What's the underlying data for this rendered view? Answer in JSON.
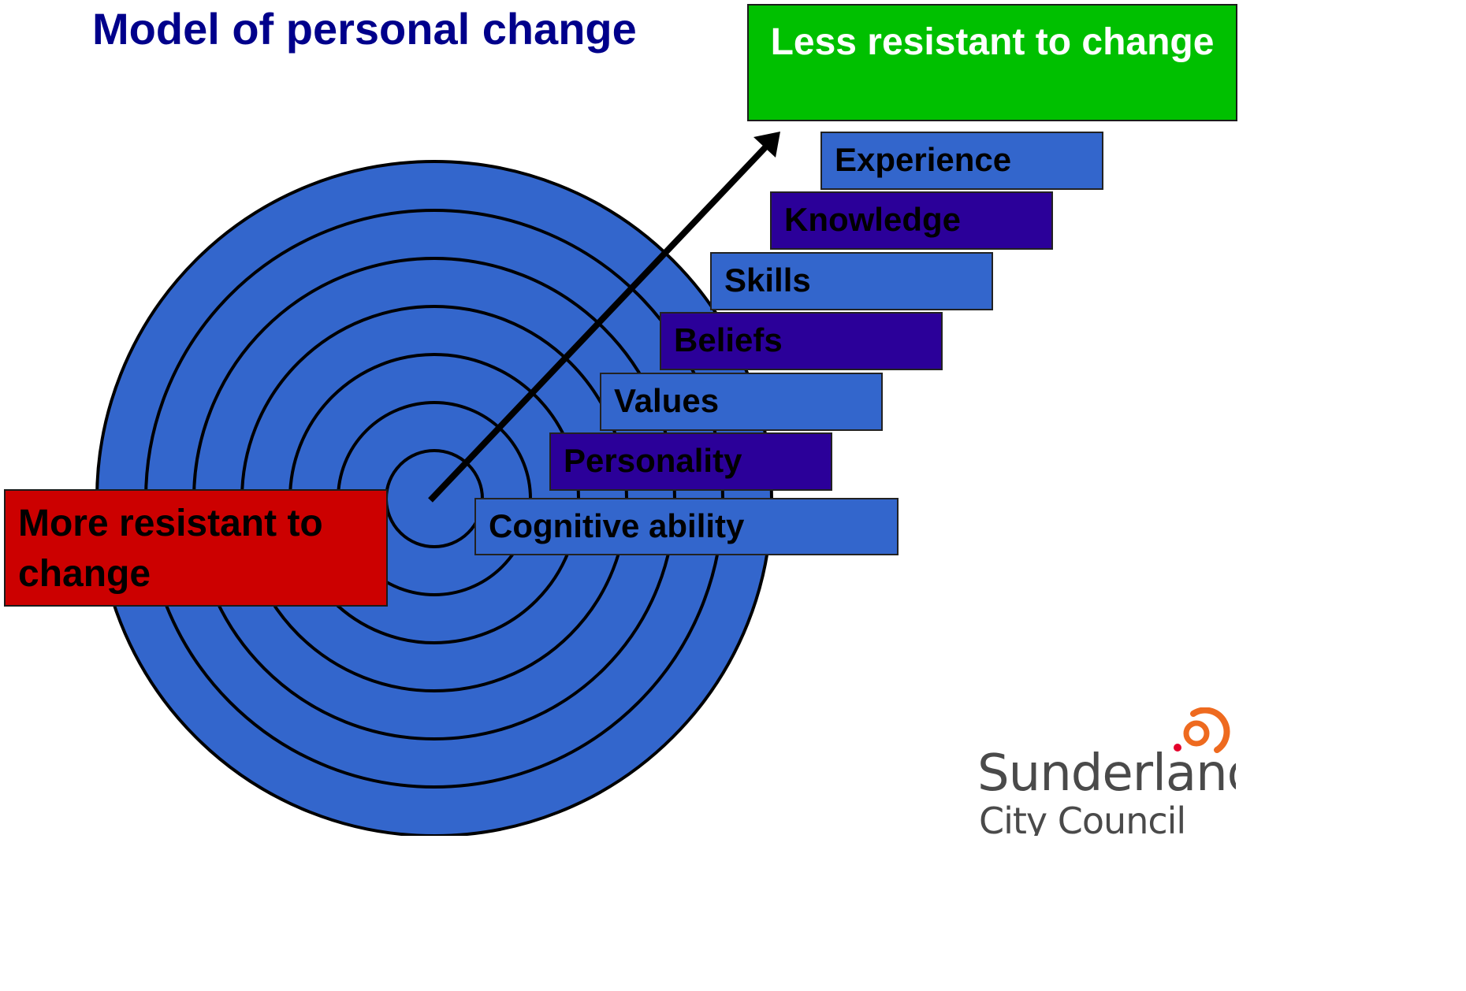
{
  "title": "Model of personal change",
  "outcomes": {
    "less": "Less resistant to change",
    "more": "More resistant to change"
  },
  "layers": [
    {
      "label": "Cognitive ability",
      "color": "#3366cc"
    },
    {
      "label": "Personality",
      "color": "#2b0099"
    },
    {
      "label": "Values",
      "color": "#3366cc"
    },
    {
      "label": "Beliefs",
      "color": "#2b0099"
    },
    {
      "label": "Skills",
      "color": "#3366cc"
    },
    {
      "label": "Knowledge",
      "color": "#2b0099"
    },
    {
      "label": "Experience",
      "color": "#3366cc"
    }
  ],
  "colors": {
    "title": "#00008b",
    "rings": "#3366cc",
    "less_box": "#00c000",
    "more_box": "#cc0000",
    "logo_text": "#4a4a4a",
    "logo_orange": "#ee6a1f",
    "logo_red": "#e4002b"
  },
  "logo": {
    "name": "Sunderland",
    "sub": "City Council"
  }
}
